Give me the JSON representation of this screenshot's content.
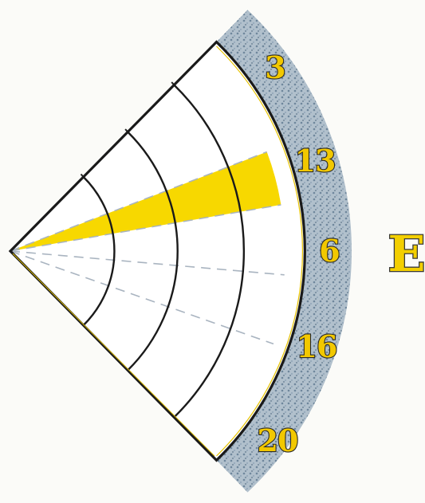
{
  "sector": {
    "direction_label": "E",
    "highlight_color": "#f7d800",
    "band_color": "#7f97ad",
    "numbers": [
      "3",
      "13",
      "6",
      "16",
      "20"
    ]
  }
}
